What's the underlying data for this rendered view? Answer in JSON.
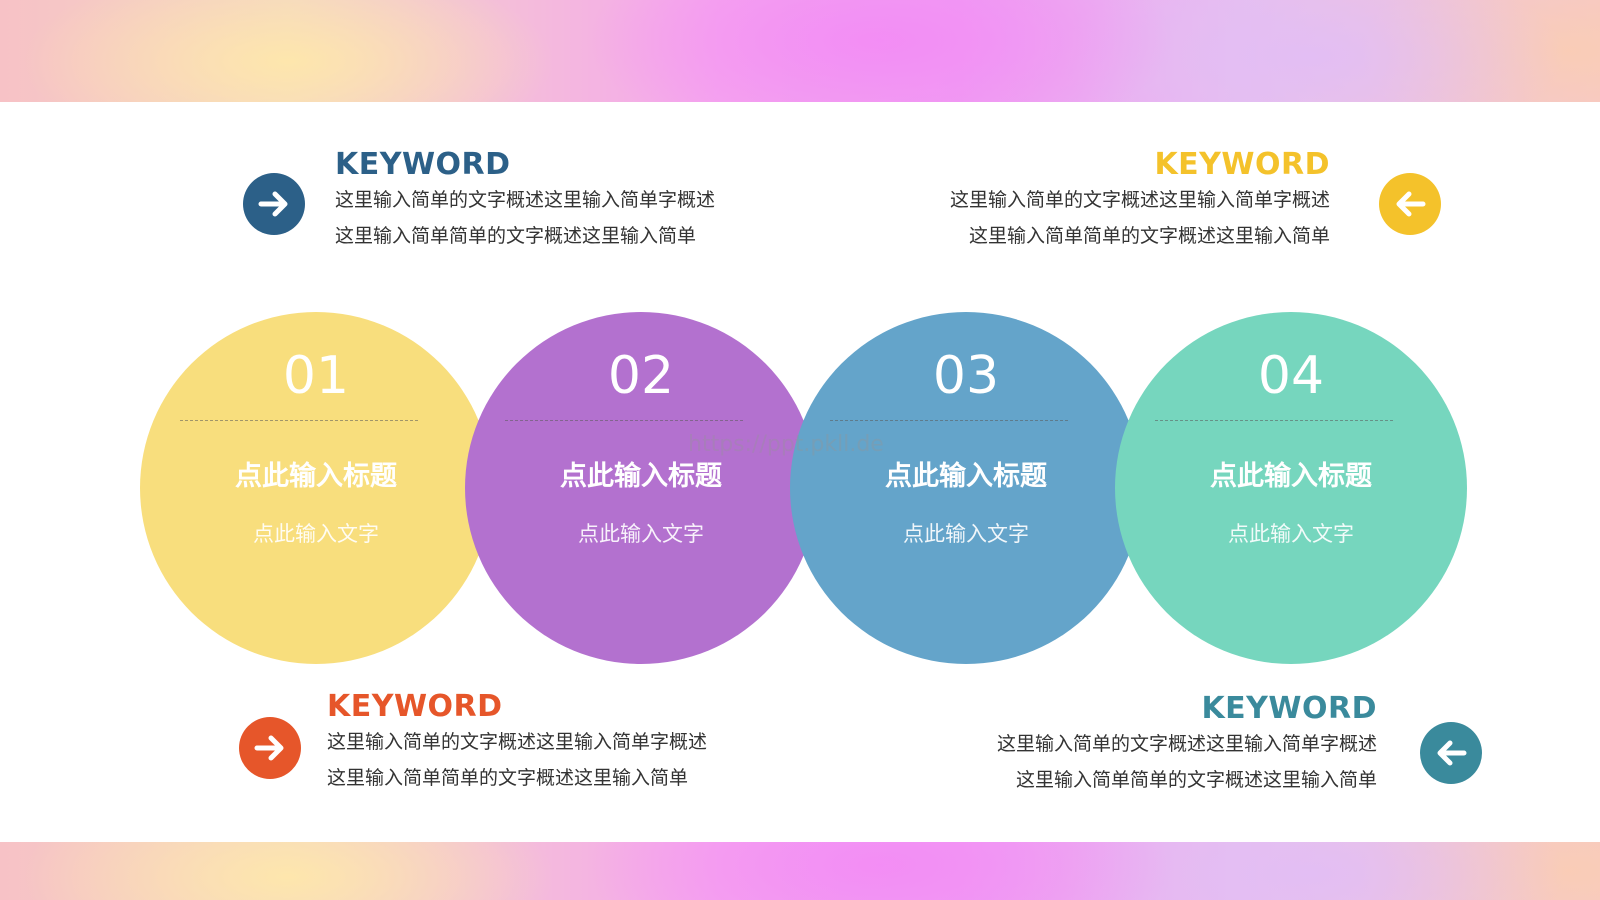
{
  "keywords": [
    {
      "title": "KEYWORD",
      "color": "#2c6088",
      "line1": "这里输入简单的文字概述这里输入简单字概述",
      "line2": "这里输入简单简单的文字概述这里输入简单",
      "arrow": "arrow-right-icon"
    },
    {
      "title": "KEYWORD",
      "color": "#f4c22b",
      "line1": "这里输入简单的文字概述这里输入简单字概述",
      "line2": "这里输入简单简单的文字概述这里输入简单",
      "arrow": "arrow-left-icon"
    },
    {
      "title": "KEYWORD",
      "color": "#e6562a",
      "line1": "这里输入简单的文字概述这里输入简单字概述",
      "line2": "这里输入简单简单的文字概述这里输入简单",
      "arrow": "arrow-right-icon"
    },
    {
      "title": "KEYWORD",
      "color": "#3a8a9c",
      "line1": "这里输入简单的文字概述这里输入简单字概述",
      "line2": "这里输入简单简单的文字概述这里输入简单",
      "arrow": "arrow-left-icon"
    }
  ],
  "circles": [
    {
      "number": "01",
      "title": "点此输入标题",
      "text": "点此输入文字",
      "color": "#f8de7d"
    },
    {
      "number": "02",
      "title": "点此输入标题",
      "text": "点此输入文字",
      "color": "#b371cf"
    },
    {
      "number": "03",
      "title": "点此输入标题",
      "text": "点此输入文字",
      "color": "#64a4ca"
    },
    {
      "number": "04",
      "title": "点此输入标题",
      "text": "点此输入文字",
      "color": "#76d6be"
    }
  ],
  "watermark": "https://ppt.pkll.de"
}
